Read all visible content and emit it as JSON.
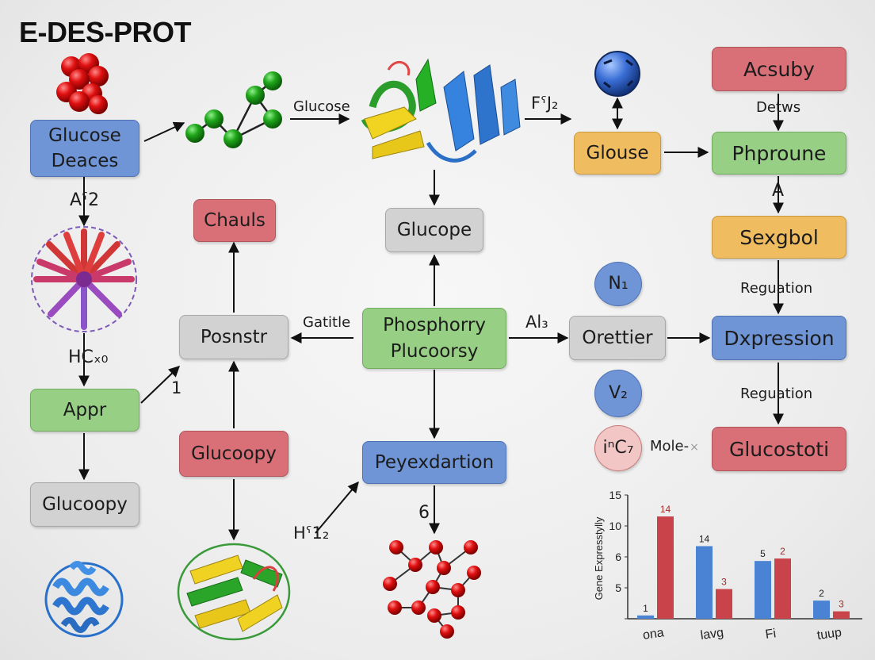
{
  "title": "E-DES-PROT",
  "nodes": {
    "glucose_deaces": "Glucose\nDeaces",
    "appr": "Appr",
    "glucoopy_left": "Glucoopy",
    "chauls": "Chauls",
    "posnstr": "Posnstr",
    "glucoopy_mid": "Glucoopy",
    "glucope": "Glucope",
    "phosphorry": "Phosphorry\nPlucoorsy",
    "peyexdartion": "Peyexdartion",
    "acsuby": "Acsuby",
    "glouse": "Glouse",
    "phproune": "Phproune",
    "sexgbol": "Sexgbol",
    "orettier": "Orettier",
    "dxpression": "Dxpression",
    "glucostoti": "Glucostoti",
    "n1": "N₁",
    "v2": "V₂",
    "c7": "iⁿC₇"
  },
  "edge_labels": {
    "glucose": "Glucose",
    "f_j2": "FˁJ₂",
    "detws": "Detws",
    "a_right": "A",
    "a_2": "Aˁ2",
    "hcx": "HCₓ₀",
    "one": "1",
    "gatitle": "Gatitle",
    "al3": "Al₃",
    "reguation_1": "Reguation",
    "reguation_2": "Reguation",
    "h12": "Hˁ1₂",
    "six": "6",
    "mole": "Mole-"
  },
  "icons": {
    "close_mark": "×"
  },
  "colors": {
    "blue": "#6f95d6",
    "green": "#97cf85",
    "red": "#d97078",
    "gray": "#d2d2d2",
    "orange": "#efbd60",
    "bar_blue": "#4a82d4",
    "bar_red": "#c9434b"
  },
  "chart_data": {
    "type": "bar",
    "title": "",
    "xlabel": "",
    "ylabel": "Gene Expresstylly",
    "categories": [
      "ona",
      "lavg",
      "Fi",
      "tuup"
    ],
    "ylim": [
      0,
      15
    ],
    "ytick_labels": [
      "",
      "5",
      "6",
      "10",
      "15"
    ],
    "series": [
      {
        "color": "#4a82d4",
        "values": [
          0.4,
          8.8,
          7.0,
          2.2
        ],
        "labels": [
          "1",
          "14",
          "5",
          "2"
        ]
      },
      {
        "color": "#c9434b",
        "values": [
          12.4,
          3.6,
          7.3,
          0.9
        ],
        "labels": [
          "14",
          "3",
          "2",
          "3"
        ]
      }
    ]
  }
}
